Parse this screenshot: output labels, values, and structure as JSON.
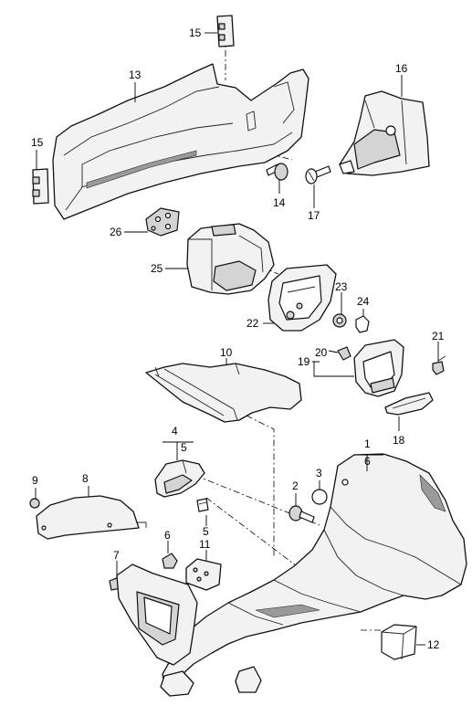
{
  "labels": {
    "p1": "1",
    "p2": "2",
    "p3": "3",
    "p4": "4",
    "p5a": "5",
    "p5b": "5",
    "p6": "6",
    "p7": "7",
    "p8": "8",
    "p9": "9",
    "p10": "10",
    "p11": "11",
    "p12": "12",
    "p13": "13",
    "p14": "14",
    "p15a": "15",
    "p15b": "15",
    "p16": "16",
    "p17": "17",
    "p18": "18",
    "p19": "19",
    "p20": "20",
    "p21": "21",
    "p22": "22",
    "p23": "23",
    "p24": "24",
    "p25": "25",
    "p26": "26"
  }
}
